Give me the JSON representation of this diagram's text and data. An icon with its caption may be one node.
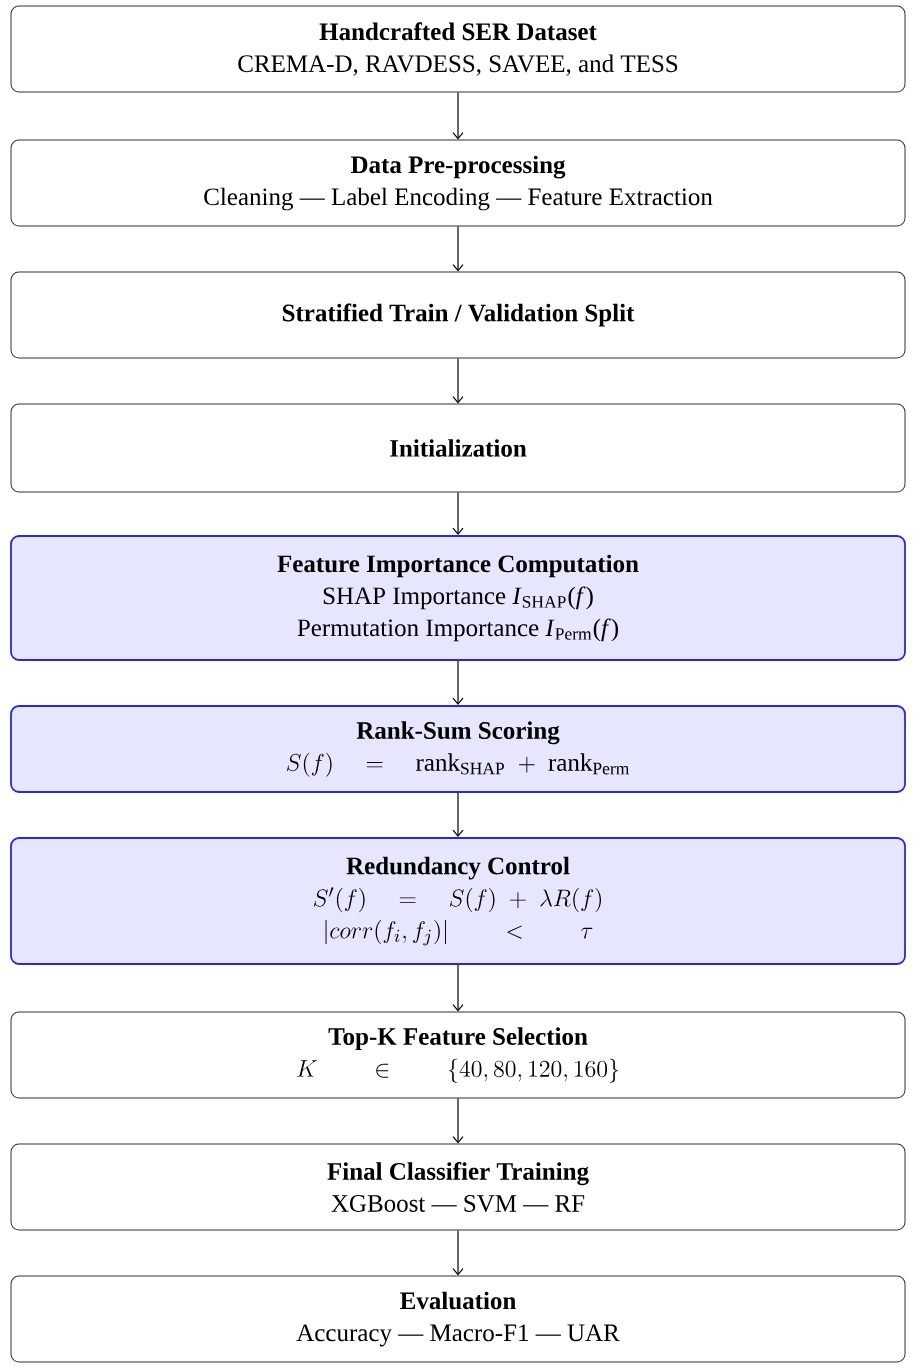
{
  "diagram": {
    "nodes": [
      {
        "text": [
          "Handcrafted SER Dataset",
          "CREMA-D, RAVDESS, SAVEE, and TESS"
        ]
      },
      {
        "text": [
          "Data Pre-processing",
          "Cleaning — Label Encoding — Feature Extraction"
        ]
      },
      {
        "text": [
          "Stratified Train / Validation Split"
        ]
      },
      {
        "text": [
          "Initialization"
        ]
      },
      {
        "text": [
          "Feature Importance Computation",
          "SHAP Importance *I*$_{SHAP}$(*f*)",
          "Permutation Importance *I*$_{Perm}$(*f*)"
        ]
      },
      {
        "text": [
          "Rank-Sum Scoring",
          "S(f) \\quad = \\quad \\mathrm{rank}_{\\mathrm{SHAP}} \\;+\\; \\mathrm{rank}_{\\mathrm{Perm}}"
        ]
      },
      {
        "text": [
          "Redundancy Control",
          "S'(f) \\quad = \\quad S(f) \\;+\\; \\lambda R(f)",
          "|corr(f_i, f_j)| \\qquad < \\qquad \\tau"
        ]
      },
      {
        "text": [
          "Top-K Feature Selection",
          "K \\qquad \\in \\qquad \\{40, 80, 120, 160\\}"
        ]
      },
      {
        "text": [
          "Final Classifier Training",
          "XGBoost — SVM — RF"
        ]
      },
      {
        "text": [
          "Evaluation",
          "Accuracy — Macro-F1 — UAR"
        ]
      }
    ],
    "edges": [
      {
        "from": 0,
        "to": 1,
        "arrow": "to"
      },
      {
        "from": 1,
        "to": 2,
        "arrow": "to"
      },
      {
        "from": 2,
        "to": 3,
        "arrow": "to"
      },
      {
        "from": 3,
        "to": 4,
        "arrow": "to"
      },
      {
        "from": 4,
        "to": 5,
        "arrow": "to"
      },
      {
        "from": 5,
        "to": 6,
        "arrow": "to"
      },
      {
        "from": 6,
        "to": 7,
        "arrow": "to"
      },
      {
        "from": 7,
        "to": 8,
        "arrow": "to"
      },
      {
        "from": 8,
        "to": 9,
        "arrow": "to"
      }
    ]
  }
}
